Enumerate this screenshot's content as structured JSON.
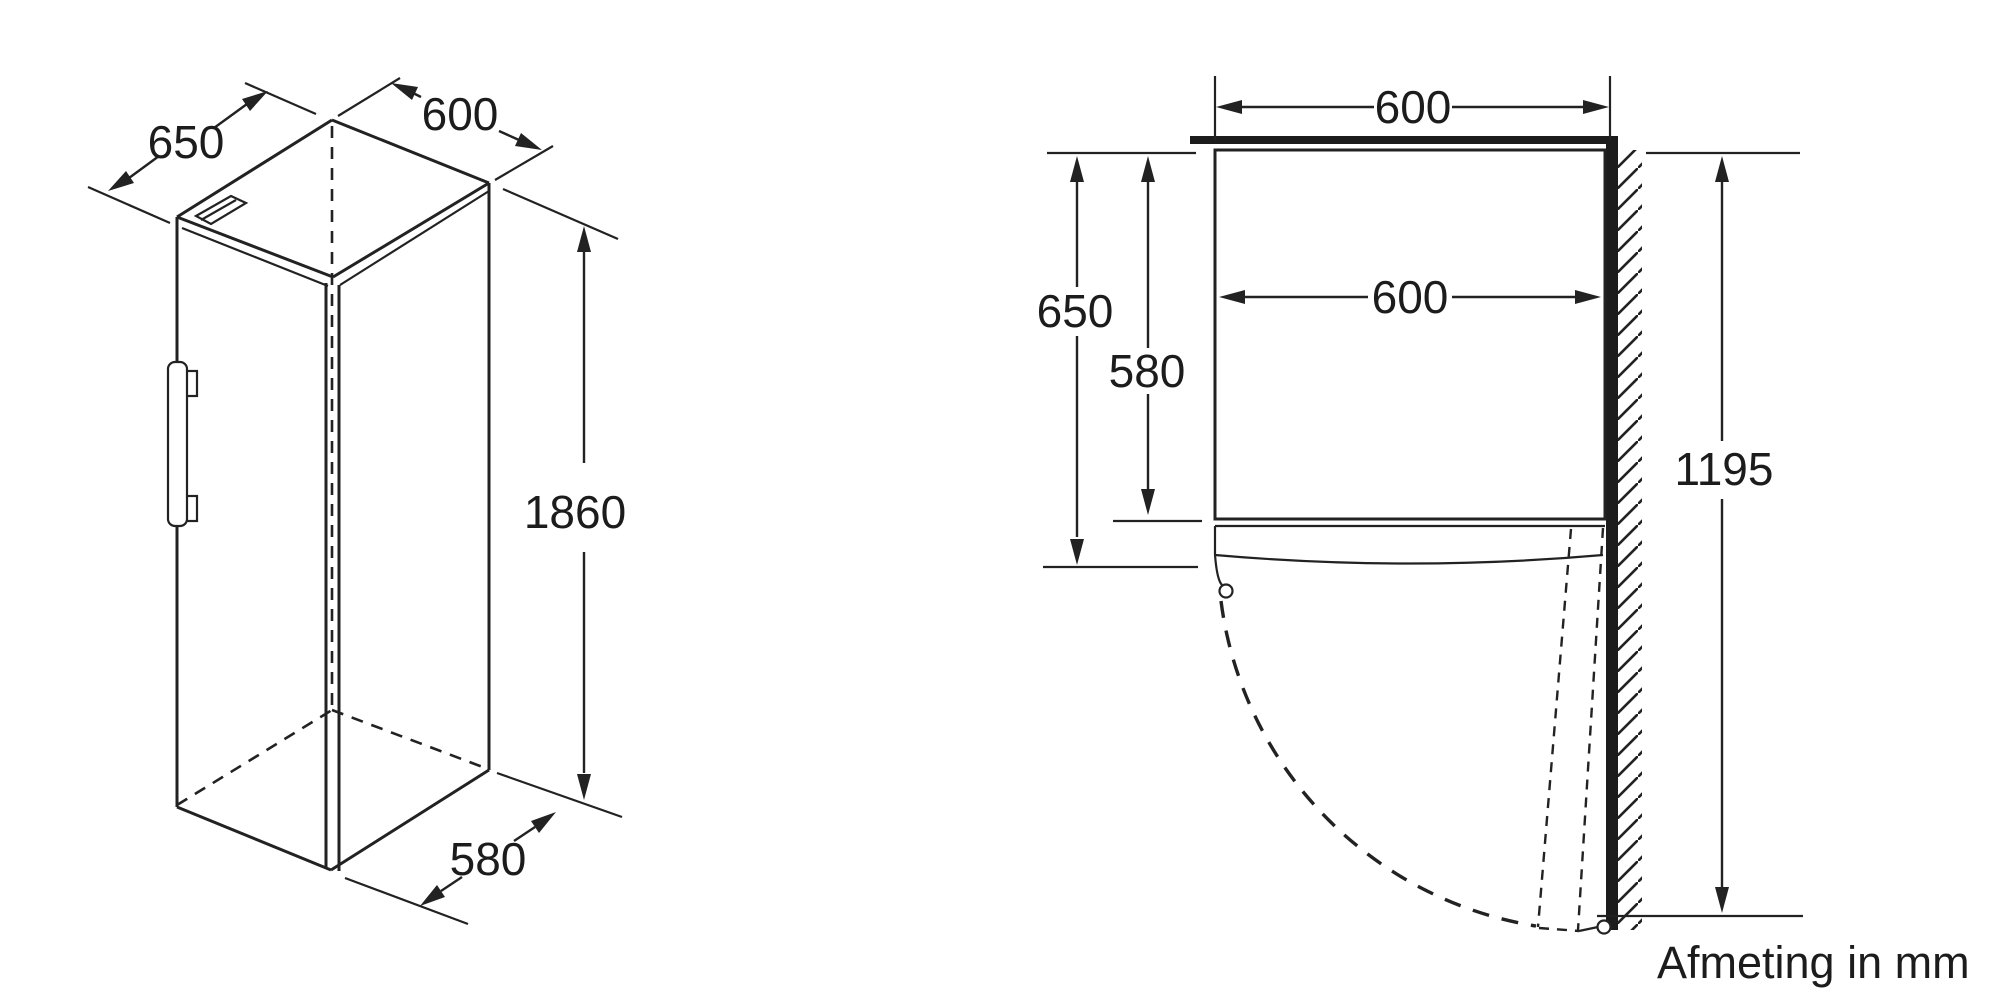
{
  "caption": "Afmeting in mm",
  "iso_view": {
    "depth_top": "650",
    "width_top": "600",
    "height": "1860",
    "depth_bottom": "580"
  },
  "top_view": {
    "niche_width": "600",
    "inner_width": "600",
    "depth_total": "650",
    "depth_body": "580",
    "wall_clearance": "1195"
  },
  "colors": {
    "line": "#222222",
    "background": "#ffffff"
  }
}
